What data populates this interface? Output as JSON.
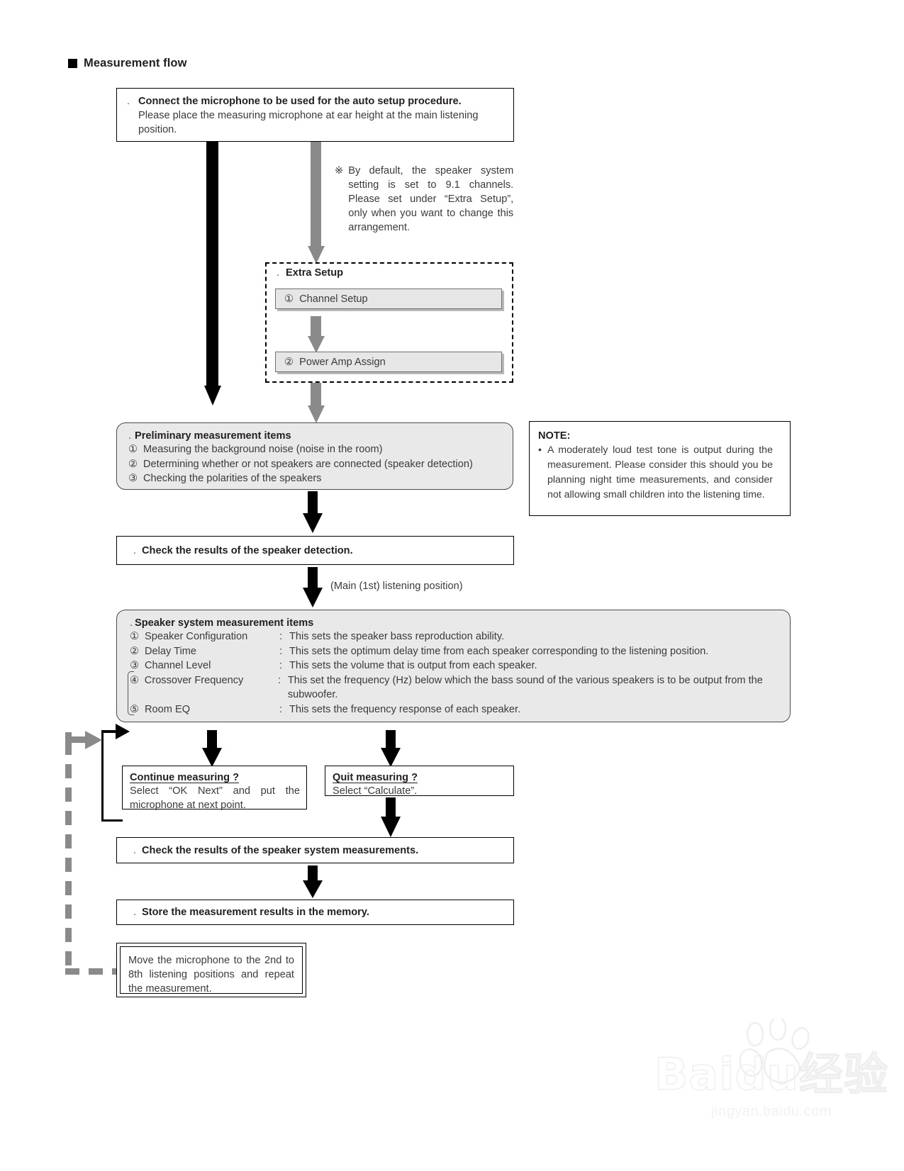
{
  "heading": {
    "marker": "square-bullet",
    "title": "Measurement flow"
  },
  "step_connect": {
    "marker": ".",
    "title": "Connect the microphone to be used for the auto setup procedure.",
    "body": "Please place the measuring microphone at ear height at the main listening position."
  },
  "side_note": {
    "symbol": "※",
    "text": "By default, the speaker system setting is set to 9.1 channels. Please set under “Extra Setup”, only when you want to change this arrangement."
  },
  "extra_setup": {
    "marker": ".",
    "title": "Extra Setup",
    "items": [
      {
        "num": "①",
        "label": "Channel Setup"
      },
      {
        "num": "②",
        "label": "Power Amp Assign"
      }
    ]
  },
  "preliminary": {
    "marker": ".",
    "title": "Preliminary measurement items",
    "items": [
      {
        "num": "①",
        "text": "Measuring the background noise (noise in the room)"
      },
      {
        "num": "②",
        "text": "Determining whether or not speakers are connected (speaker detection)"
      },
      {
        "num": "③",
        "text": "Checking the polarities of the speakers"
      }
    ]
  },
  "note": {
    "title": "NOTE:",
    "bullet": "•",
    "text": "A moderately loud test tone is output during the measurement. Please consider this should you be planning night time measurements, and consider not allowing small children into the listening time."
  },
  "step_check_detection": {
    "marker": ".",
    "title": "Check the results of the speaker detection."
  },
  "arrow_label_main": "(Main (1st) listening position)",
  "speaker_system": {
    "marker": ".",
    "title": "Speaker system measurement items",
    "items": [
      {
        "num": "①",
        "label": "Speaker Configuration",
        "sep": ":",
        "desc": "This sets the speaker bass reproduction ability."
      },
      {
        "num": "②",
        "label": "Delay Time",
        "sep": ":",
        "desc": "This sets the optimum delay time from each speaker corresponding to the listening position."
      },
      {
        "num": "③",
        "label": "Channel Level",
        "sep": ":",
        "desc": "This sets the volume that is output from each speaker."
      },
      {
        "num": "④",
        "label": "Crossover Frequency",
        "sep": ":",
        "desc": "This set the frequency (Hz) below which the bass sound of the various speakers is to be output from the subwoofer."
      },
      {
        "num": "⑤",
        "label": "Room EQ",
        "sep": ":",
        "desc": "This sets the frequency response of each speaker."
      }
    ]
  },
  "continue_box": {
    "title": "Continue measuring ?",
    "body": "Select “OK Next” and put the microphone at next point."
  },
  "quit_box": {
    "title": "Quit measuring ?",
    "body": "Select “Calculate”."
  },
  "step_check_results": {
    "marker": ".",
    "title": "Check the results of the speaker system measurements."
  },
  "step_store": {
    "marker": ".",
    "title": "Store the measurement results in the memory."
  },
  "move_mic": {
    "text": "Move the microphone to the 2nd to 8th listening positions and repeat the measurement."
  },
  "watermark": {
    "main": "Baidu经验",
    "sub": "jingyan.baidu.com"
  },
  "colors": {
    "gray_arrow": "#8a8a8a",
    "black_arrow": "#000000",
    "box_fill": "#e9e9e9",
    "subbar_fill": "#e6e6e6"
  }
}
